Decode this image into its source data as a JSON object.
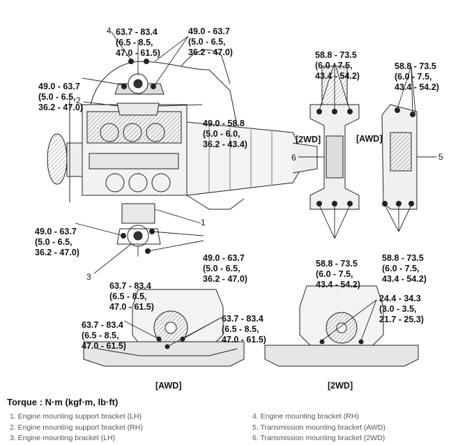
{
  "torque_labels": {
    "top_a": [
      "63.7 - 83.4",
      "(6.5 - 8.5,",
      "47.0 - 61.5)"
    ],
    "top_b": [
      "49.0 - 63.7",
      "(5.0 - 6.5,",
      "36.2 - 47.0)"
    ],
    "left_upper": [
      "49.0 - 63.7",
      "(5.0 - 6.5,",
      "36.2 - 47.0)"
    ],
    "mid_right": [
      "49.0 - 58.8",
      "(5.0 - 6.0,",
      "36.2 - 43.4)"
    ],
    "tm2_top": [
      "58.8 - 73.5",
      "(6.0 - 7.5,",
      "43.4 - 54.2)"
    ],
    "tm2_bottom": [
      "58.8 - 73.5",
      "(6.0 - 7.5,",
      "43.4 - 54.2)"
    ],
    "tm4_top": [
      "58.8 - 73.5",
      "(6.0 - 7.5,",
      "43.4 - 54.2)"
    ],
    "tm4_bottom": [
      "58.8 - 73.5",
      "(6.0 - 7.5,",
      "43.4 - 54.2)"
    ],
    "left_lower": [
      "49.0 - 63.7",
      "(5.0 - 6.5,",
      "36.2 - 47.0)"
    ],
    "right_lower": [
      "49.0 - 63.7",
      "(5.0 - 6.5,",
      "36.2 - 47.0)"
    ],
    "bottom_center": [
      "63.7 - 83.4",
      "(6.5 - 8.5,",
      "47.0 - 61.5)"
    ],
    "awd_left": [
      "63.7 - 83.4",
      "(6.5 - 8.5,",
      "47.0 - 61.5)"
    ],
    "awd_right": [
      "63.7 - 83.4",
      "(6.5 - 8.5,",
      "47.0 - 61.5)"
    ],
    "twd_right": [
      "24.4 - 34.3",
      "(3.0 - 3.5,",
      "21.7 - 25.3)"
    ]
  },
  "callouts": {
    "c1": "1",
    "c2": "2",
    "c3": "3",
    "c4": "4",
    "c5": "5",
    "c6": "6"
  },
  "tags": {
    "awd_top": "[AWD]",
    "twd_top": "[2WD]",
    "awd_bottom": "[AWD]",
    "twd_bottom": "[2WD]"
  },
  "legend": {
    "title": "Torque : N·m (kgf·m, lb·ft)",
    "left": [
      "1. Engine mounting support bracket (LH)",
      "2. Engine mounting support bracket (RH)",
      "3. Engine mounting bracket (LH)"
    ],
    "right": [
      "4. Engine mounting bracket (RH)",
      "5. Transmission mounting bracket (AWD)",
      "6. Transmission mounting bracket (2WD)"
    ]
  }
}
